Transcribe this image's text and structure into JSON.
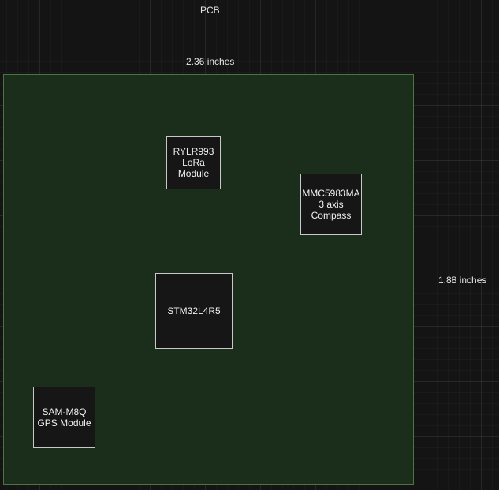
{
  "diagram": {
    "title": "PCB",
    "width_label": "2.36 inches",
    "height_label": "1.88 inches",
    "components": {
      "lora": "RYLR993\nLoRa\nModule",
      "compass": "MMC5983MA\n3 axis\nCompass",
      "mcu": "STM32L4R5",
      "gps": "SAM-M8Q\nGPS Module"
    }
  },
  "colors": {
    "background": "#141414",
    "pcb_fill": "#1b2e1b",
    "pcb_border": "#4c7440",
    "component_fill": "#161616",
    "component_border": "#c8c8c8"
  }
}
